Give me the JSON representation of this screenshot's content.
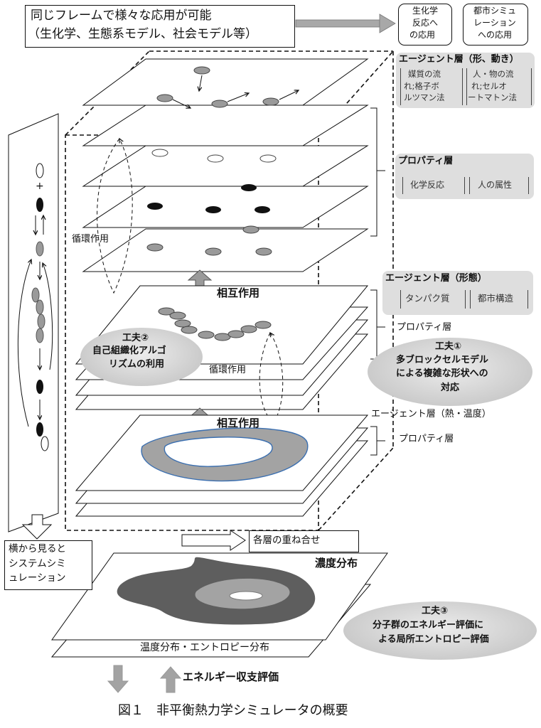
{
  "top_box": {
    "line1": "同じフレームで様々な応用が可能",
    "line2": "（生化学、生態系モデル、社会モデル等）"
  },
  "app_boxes": [
    {
      "line1": "生化学",
      "line2": "反応へ",
      "line3": "の応用"
    },
    {
      "line1": "都市シミュ",
      "line2": "レーション",
      "line3": "への応用"
    }
  ],
  "agent_layer_1": {
    "title": "エージェント層（形、動き）",
    "left": {
      "line1": "媒質の流",
      "line2": "れ;格子ボ",
      "line3": "ルツマン法"
    },
    "right": {
      "line1": "人・物の流",
      "line2": "れ;セルオ",
      "line3": "ートマトン法"
    }
  },
  "property_layer_1": {
    "title": "プロパティ層",
    "left": "化学反応",
    "right": "人の属性"
  },
  "agent_layer_2": {
    "title": "エージェント層（形態）",
    "left": "タンパク質",
    "right": "都市構造"
  },
  "property_layer_2": "プロパティ層",
  "agent_layer_3": "エージェント層（熱・温度）",
  "property_layer_3": "プロパティ層",
  "labels": {
    "circulation_1": "循環作用",
    "circulation_2": "循環作用",
    "interaction_1": "相互作用",
    "interaction_2": "相互作用",
    "overlay": "各層の重ね合せ",
    "concentration": "濃度分布",
    "temperature": "温度分布・エントロピー分布",
    "energy": "エネルギー収支評価",
    "side_view": {
      "line1": "横から見ると",
      "line2": "システムシミ",
      "line3": "ュレーション"
    }
  },
  "ovals": [
    {
      "line1": "工夫②",
      "line2": "自己組織化アルゴ",
      "line3": "リズムの利用"
    },
    {
      "line1": "工夫①",
      "line2": "多ブロックセルモデル",
      "line3": "による複雑な形状への",
      "line4": "対応"
    },
    {
      "line1": "工夫③",
      "line2": "分子群のエネルギー評価に",
      "line3": "よる局所エントロピー評価"
    }
  ],
  "side_panel": {
    "plus": "+"
  },
  "caption": "図１　非平衡熱力学シミュレータの概要",
  "colors": {
    "gray_fill": "#9a9a9a",
    "light_panel": "#dedede",
    "oval_fill": "#cfcfcf",
    "ring_outline": "#3b6fb0"
  }
}
